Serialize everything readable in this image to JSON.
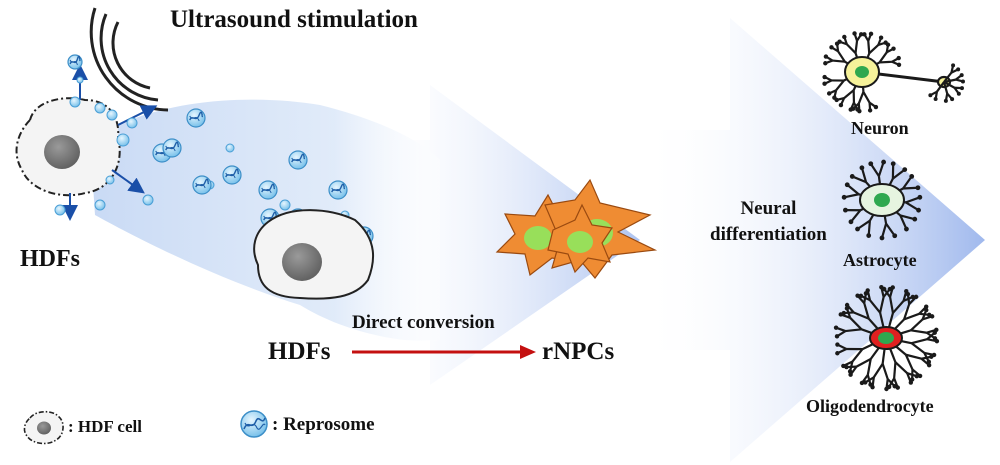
{
  "header": {
    "title": "Ultrasound stimulation"
  },
  "labels": {
    "source_cells": "HDFs",
    "process": "Direct conversion",
    "conversion_from": "HDFs",
    "conversion_to": "rNPCs",
    "differentiation": "Neural\ndifferentiation",
    "neuron": "Neuron",
    "astrocyte": "Astrocyte",
    "oligodendrocyte": "Oligodendrocyte"
  },
  "legend": {
    "hdf_cell": ": HDF cell",
    "reprosome": ": Reprosome"
  },
  "colors": {
    "arrow_blue": "#9fb8ee",
    "beam_blue": "#c6d8f4",
    "vesicle": "#8ecdf0",
    "nucleus": "#707070",
    "npc_orange": "#ef8c33",
    "npc_nucleus": "#98df5a",
    "conversion_arrow": "#c41010",
    "neuron_body": "#f6f29a",
    "astro_body": "#e6f4e0",
    "oligo_body": "#e02020",
    "cell_nucleus_green": "#2fa84f"
  },
  "icons": [
    "ultrasound-wave-icon",
    "hdf-cell-icon",
    "reprosome-icon",
    "neuron-icon",
    "astrocyte-icon",
    "oligodendrocyte-icon"
  ]
}
